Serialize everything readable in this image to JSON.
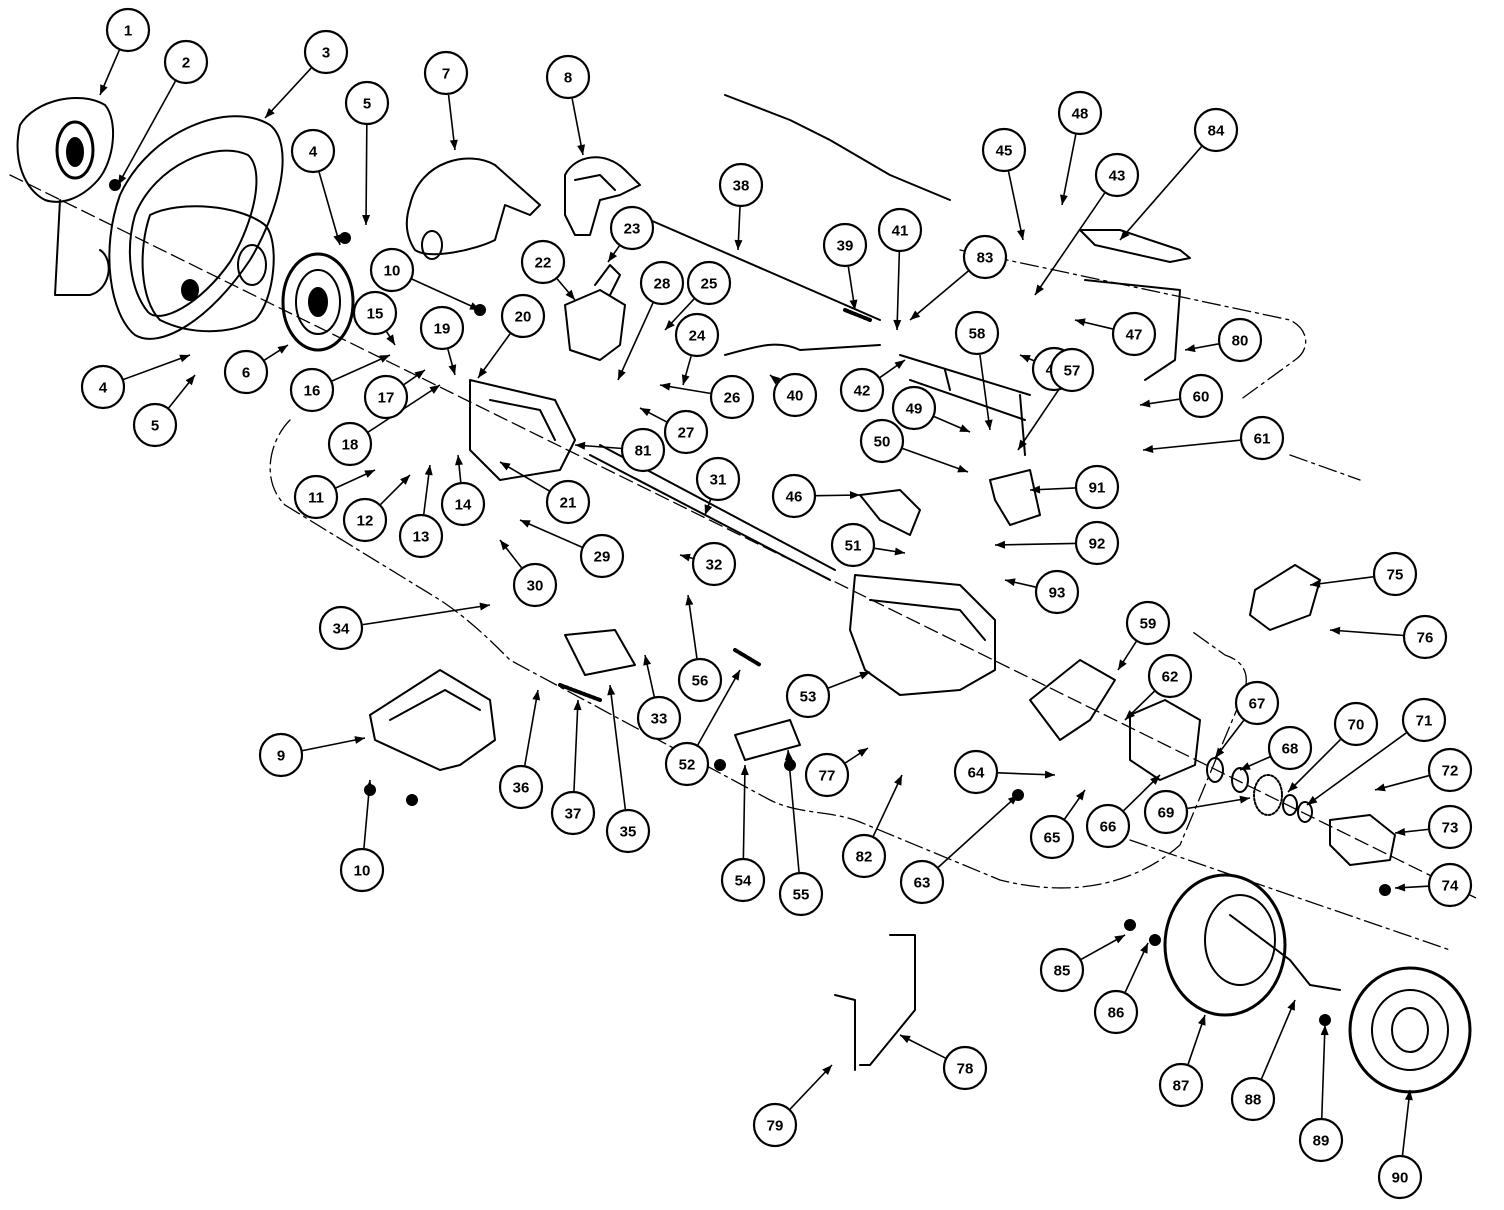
{
  "callouts": [
    {
      "id": "c-1",
      "label": "1"
    },
    {
      "id": "c-2",
      "label": "2"
    },
    {
      "id": "c-3",
      "label": "3"
    },
    {
      "id": "c-4a",
      "label": "4"
    },
    {
      "id": "c-4b",
      "label": "4"
    },
    {
      "id": "c-5a",
      "label": "5"
    },
    {
      "id": "c-5b",
      "label": "5"
    },
    {
      "id": "c-6",
      "label": "6"
    },
    {
      "id": "c-7",
      "label": "7"
    },
    {
      "id": "c-8",
      "label": "8"
    },
    {
      "id": "c-9",
      "label": "9"
    },
    {
      "id": "c-10a",
      "label": "10"
    },
    {
      "id": "c-10b",
      "label": "10"
    },
    {
      "id": "c-11",
      "label": "11"
    },
    {
      "id": "c-12",
      "label": "12"
    },
    {
      "id": "c-13",
      "label": "13"
    },
    {
      "id": "c-14",
      "label": "14"
    },
    {
      "id": "c-15",
      "label": "15"
    },
    {
      "id": "c-16",
      "label": "16"
    },
    {
      "id": "c-17",
      "label": "17"
    },
    {
      "id": "c-18",
      "label": "18"
    },
    {
      "id": "c-19",
      "label": "19"
    },
    {
      "id": "c-20",
      "label": "20"
    },
    {
      "id": "c-21",
      "label": "21"
    },
    {
      "id": "c-22",
      "label": "22"
    },
    {
      "id": "c-23",
      "label": "23"
    },
    {
      "id": "c-24",
      "label": "24"
    },
    {
      "id": "c-25",
      "label": "25"
    },
    {
      "id": "c-26",
      "label": "26"
    },
    {
      "id": "c-27",
      "label": "27"
    },
    {
      "id": "c-28",
      "label": "28"
    },
    {
      "id": "c-29",
      "label": "29"
    },
    {
      "id": "c-30",
      "label": "30"
    },
    {
      "id": "c-31",
      "label": "31"
    },
    {
      "id": "c-32",
      "label": "32"
    },
    {
      "id": "c-33",
      "label": "33"
    },
    {
      "id": "c-34",
      "label": "34"
    },
    {
      "id": "c-35",
      "label": "35"
    },
    {
      "id": "c-36",
      "label": "36"
    },
    {
      "id": "c-37",
      "label": "37"
    },
    {
      "id": "c-38",
      "label": "38"
    },
    {
      "id": "c-39",
      "label": "39"
    },
    {
      "id": "c-40",
      "label": "40"
    },
    {
      "id": "c-41",
      "label": "41"
    },
    {
      "id": "c-42",
      "label": "42"
    },
    {
      "id": "c-43",
      "label": "43"
    },
    {
      "id": "c-44",
      "label": "44"
    },
    {
      "id": "c-45",
      "label": "45"
    },
    {
      "id": "c-46",
      "label": "46"
    },
    {
      "id": "c-47",
      "label": "47"
    },
    {
      "id": "c-48",
      "label": "48"
    },
    {
      "id": "c-49",
      "label": "49"
    },
    {
      "id": "c-50",
      "label": "50"
    },
    {
      "id": "c-51",
      "label": "51"
    },
    {
      "id": "c-52",
      "label": "52"
    },
    {
      "id": "c-53",
      "label": "53"
    },
    {
      "id": "c-54",
      "label": "54"
    },
    {
      "id": "c-55",
      "label": "55"
    },
    {
      "id": "c-56",
      "label": "56"
    },
    {
      "id": "c-57",
      "label": "57"
    },
    {
      "id": "c-58",
      "label": "58"
    },
    {
      "id": "c-59",
      "label": "59"
    },
    {
      "id": "c-60",
      "label": "60"
    },
    {
      "id": "c-61",
      "label": "61"
    },
    {
      "id": "c-62",
      "label": "62"
    },
    {
      "id": "c-63",
      "label": "63"
    },
    {
      "id": "c-64",
      "label": "64"
    },
    {
      "id": "c-65",
      "label": "65"
    },
    {
      "id": "c-66",
      "label": "66"
    },
    {
      "id": "c-67",
      "label": "67"
    },
    {
      "id": "c-68",
      "label": "68"
    },
    {
      "id": "c-69",
      "label": "69"
    },
    {
      "id": "c-70",
      "label": "70"
    },
    {
      "id": "c-71",
      "label": "71"
    },
    {
      "id": "c-72",
      "label": "72"
    },
    {
      "id": "c-73",
      "label": "73"
    },
    {
      "id": "c-74",
      "label": "74"
    },
    {
      "id": "c-75",
      "label": "75"
    },
    {
      "id": "c-76",
      "label": "76"
    },
    {
      "id": "c-77",
      "label": "77"
    },
    {
      "id": "c-78",
      "label": "78"
    },
    {
      "id": "c-79",
      "label": "79"
    },
    {
      "id": "c-80",
      "label": "80"
    },
    {
      "id": "c-81",
      "label": "81"
    },
    {
      "id": "c-82",
      "label": "82"
    },
    {
      "id": "c-83",
      "label": "83"
    },
    {
      "id": "c-84",
      "label": "84"
    },
    {
      "id": "c-85",
      "label": "85"
    },
    {
      "id": "c-86",
      "label": "86"
    },
    {
      "id": "c-87",
      "label": "87"
    },
    {
      "id": "c-88",
      "label": "88"
    },
    {
      "id": "c-89",
      "label": "89"
    },
    {
      "id": "c-90",
      "label": "90"
    },
    {
      "id": "c-91",
      "label": "91"
    },
    {
      "id": "c-92",
      "label": "92"
    },
    {
      "id": "c-93",
      "label": "93"
    }
  ]
}
